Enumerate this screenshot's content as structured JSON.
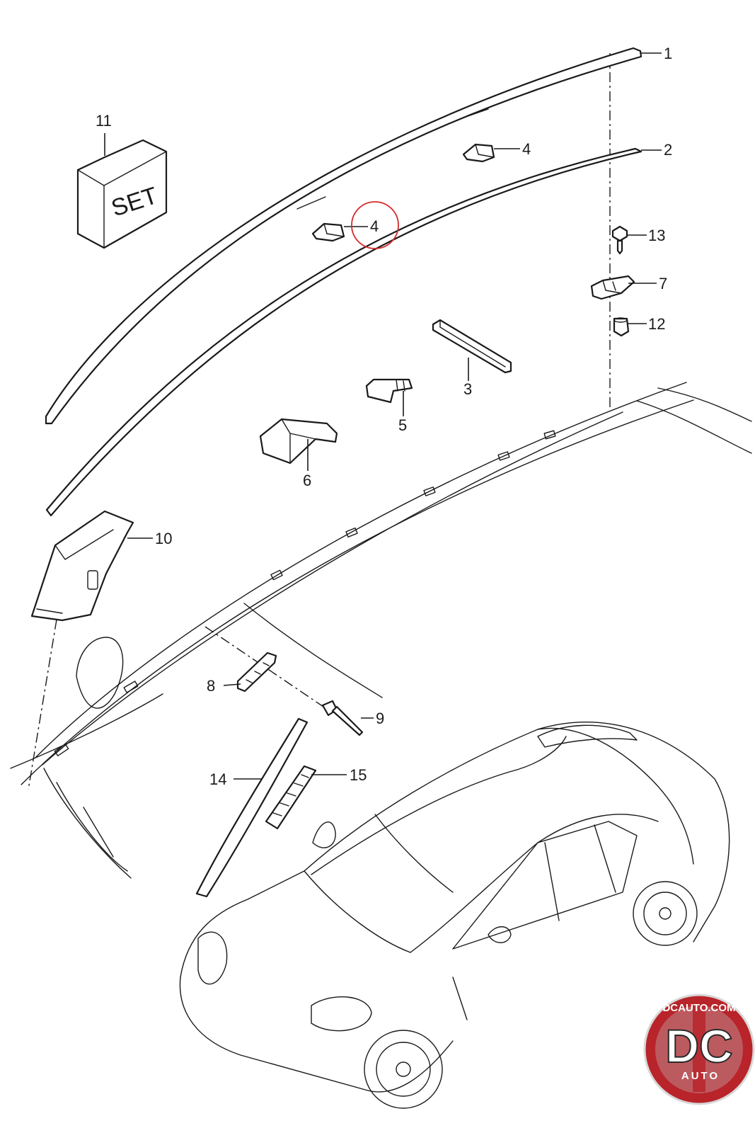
{
  "callouts": [
    {
      "id": "c1",
      "label": "1"
    },
    {
      "id": "c2",
      "label": "2"
    },
    {
      "id": "c3",
      "label": "3"
    },
    {
      "id": "c4a",
      "label": "4"
    },
    {
      "id": "c4b",
      "label": "4"
    },
    {
      "id": "c5",
      "label": "5"
    },
    {
      "id": "c6",
      "label": "6"
    },
    {
      "id": "c7",
      "label": "7"
    },
    {
      "id": "c8",
      "label": "8"
    },
    {
      "id": "c9",
      "label": "9"
    },
    {
      "id": "c10",
      "label": "10"
    },
    {
      "id": "c11",
      "label": "11"
    },
    {
      "id": "c12",
      "label": "12"
    },
    {
      "id": "c13",
      "label": "13"
    },
    {
      "id": "c14",
      "label": "14"
    },
    {
      "id": "c15",
      "label": "15"
    }
  ],
  "set_box": {
    "label": "SET"
  },
  "highlight": {
    "color": "#d42a2a"
  },
  "watermark": {
    "top_text": "DCAUTO.COM",
    "main_text": "DC",
    "bottom_text": "AUTO",
    "colors": {
      "red": "#b8242a",
      "gray": "#c4c4c4"
    }
  }
}
